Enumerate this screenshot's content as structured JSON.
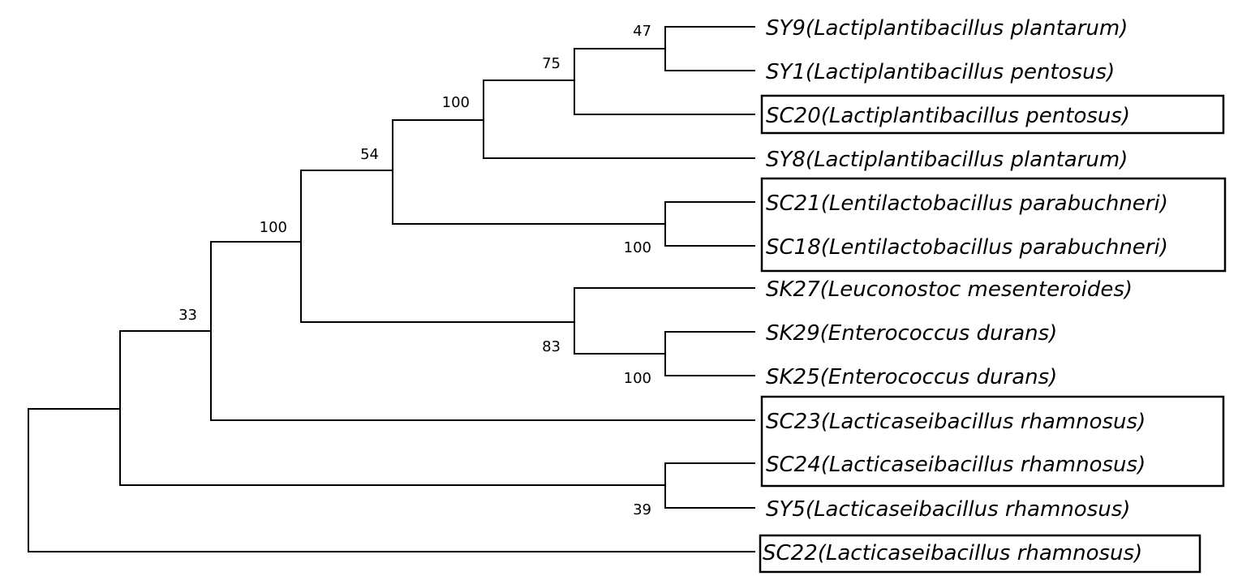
{
  "tree": {
    "leaves": [
      {
        "id": "SY9",
        "label": "SY9(Lactiplantibacillus plantarum)"
      },
      {
        "id": "SY1",
        "label": "SY1(Lactiplantibacillus pentosus)"
      },
      {
        "id": "SC20",
        "label": "SC20(Lactiplantibacillus pentosus)"
      },
      {
        "id": "SY8",
        "label": "SY8(Lactiplantibacillus plantarum)"
      },
      {
        "id": "SC21",
        "label": "SC21(Lentilactobacillus parabuchneri)"
      },
      {
        "id": "SC18",
        "label": "SC18(Lentilactobacillus parabuchneri)"
      },
      {
        "id": "SK27",
        "label": "SK27(Leuconostoc mesenteroides)"
      },
      {
        "id": "SK29",
        "label": "SK29(Enterococcus durans)"
      },
      {
        "id": "SK25",
        "label": "SK25(Enterococcus durans)"
      },
      {
        "id": "SC23",
        "label": "SC23(Lacticaseibacillus rhamnosus)"
      },
      {
        "id": "SC24",
        "label": "SC24(Lacticaseibacillus rhamnosus)"
      },
      {
        "id": "SY5",
        "label": "SY5(Lacticaseibacillus rhamnosus)"
      },
      {
        "id": "SC22",
        "label": "SC22(Lacticaseibacillus rhamnosus)"
      }
    ],
    "bootstrap_values": {
      "n_sy9_sy1": "47",
      "n_sy9_sc20": "75",
      "n_sy9_sy8": "100",
      "n_sc21_sc18": "100",
      "n_lactiplant_lentilacto": "54",
      "n_sk29_sk25": "100",
      "n_sk27_enterococcus": "83",
      "n_big_clade": "100",
      "n_sc23_group": "33",
      "n_sc24_sy5": "39"
    },
    "highlighted_groups": [
      [
        "SC20"
      ],
      [
        "SC21",
        "SC18"
      ],
      [
        "SC23",
        "SC24"
      ],
      [
        "SC22"
      ]
    ]
  }
}
